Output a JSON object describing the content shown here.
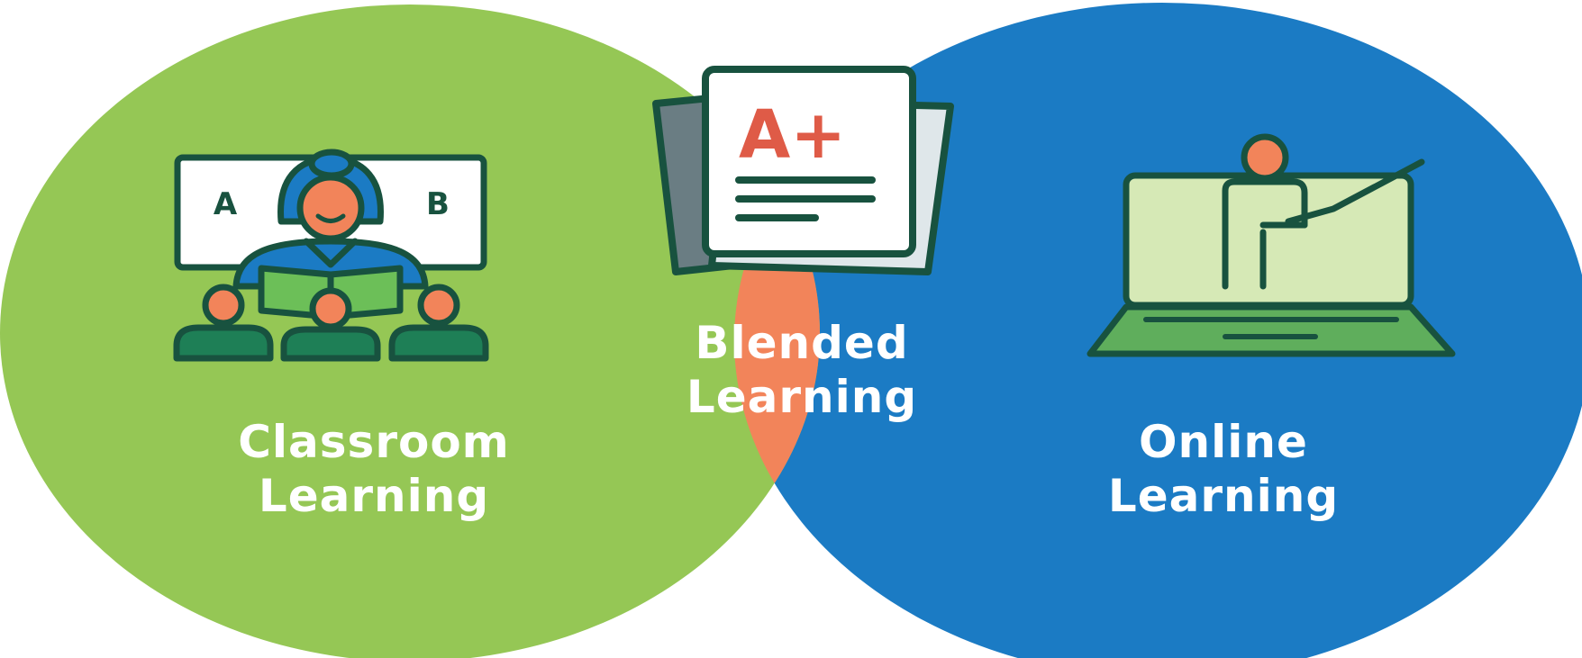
{
  "diagram": {
    "left_circle": {
      "label_line1": "Classroom",
      "label_line2": "Learning",
      "color": "#95c755",
      "icon": "classroom-teacher-icon",
      "board_left_letter": "A",
      "board_right_letter": "B"
    },
    "right_circle": {
      "label_line1": "Online",
      "label_line2": "Learning",
      "color": "#1b7bc4",
      "icon": "laptop-teacher-icon"
    },
    "overlap": {
      "label_line1": "Blended",
      "label_line2": "Learning",
      "color": "#f2845a",
      "icon": "graded-paper-icon",
      "grade": "A+"
    },
    "icon_outline_color": "#18523f"
  }
}
